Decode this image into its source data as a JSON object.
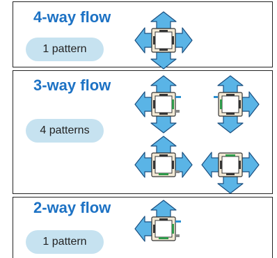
{
  "sections": [
    {
      "title": "4-way flow",
      "pattern_count": "1 pattern"
    },
    {
      "title": "3-way flow",
      "pattern_count": "4 patterns"
    },
    {
      "title": "2-way flow",
      "pattern_count": "1 pattern"
    }
  ],
  "colors": {
    "title_text": "#1d72c4",
    "badge_fill": "#c6e2f0",
    "arrow_fill": "#5ab4e6",
    "unit_fill": "#f3ead6",
    "louver_color": "#2e9a4a"
  },
  "icons": {
    "airflow_arrow": "airflow-arrow-icon",
    "ceiling_cassette": "ceiling-cassette-unit-icon"
  }
}
